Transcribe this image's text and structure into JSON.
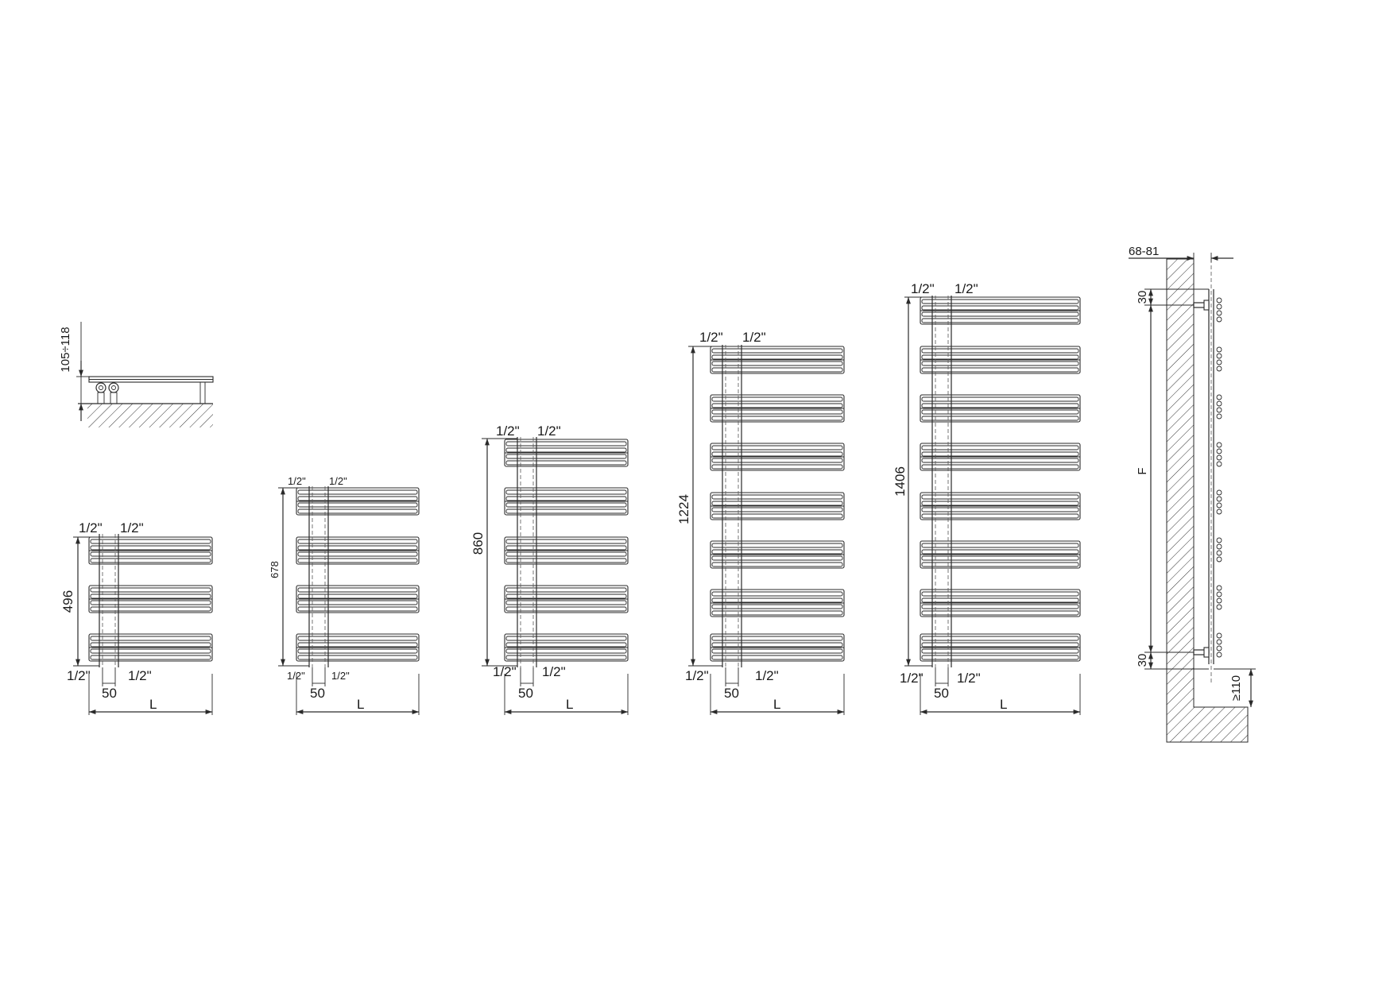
{
  "drawing": {
    "top_view": {
      "depth_label": "105÷118"
    },
    "models": [
      {
        "height": "496",
        "conn_top": [
          "1/2\"",
          "1/2\""
        ],
        "conn_bottom": [
          "1/2\"",
          "1/2\""
        ],
        "spacing": "50",
        "length": "L"
      },
      {
        "height": "678",
        "conn_top": [
          "1/2\"",
          "1/2\""
        ],
        "conn_bottom": [
          "1/2\"",
          "1/2\""
        ],
        "spacing": "50",
        "length": "L"
      },
      {
        "height": "860",
        "conn_top": [
          "1/2\"",
          "1/2\""
        ],
        "conn_bottom": [
          "1/2\"",
          "1/2\""
        ],
        "spacing": "50",
        "length": "L"
      },
      {
        "height": "1224",
        "conn_top": [
          "1/2\"",
          "1/2\""
        ],
        "conn_bottom": [
          "1/2\"",
          "1/2\""
        ],
        "spacing": "50",
        "length": "L"
      },
      {
        "height": "1406",
        "conn_top": [
          "1/2\"",
          "1/2\""
        ],
        "conn_bottom": [
          "1/2\"",
          "1/2\""
        ],
        "spacing": "50",
        "length": "L"
      }
    ],
    "side_view": {
      "wall_gap": "68-81",
      "top_offset": "30",
      "fixing_distance": "F",
      "bottom_offset": "30",
      "floor_clearance": "≥110"
    }
  }
}
